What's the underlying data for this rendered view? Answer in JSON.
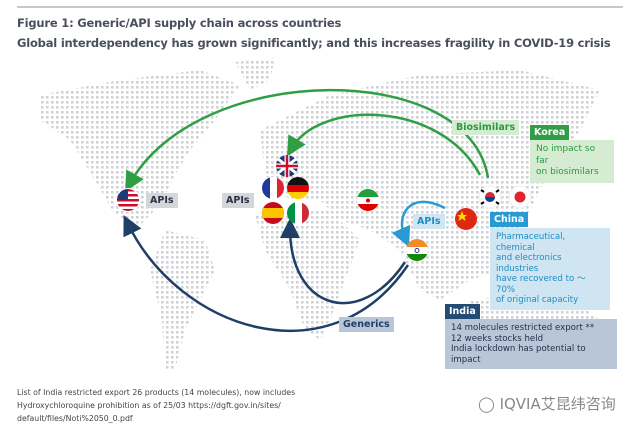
{
  "title": "Figure 1: Generic/API supply chain across countries",
  "subtitle": "Global interdependency has grown significantly; and this increases fragility in COVID-19 crisis",
  "labels": {
    "us_apis": "APIs",
    "europe_apis": "APIs",
    "china_apis": "APIs",
    "biosimilars": "Biosimilars",
    "generics": "Generics"
  },
  "korea": {
    "title": "Korea",
    "text": [
      "No impact so far",
      "on biosimilars"
    ]
  },
  "china": {
    "title": "China",
    "text": [
      "Pharmaceutical, chemical",
      "and electronics industries",
      "have recovered to ～70%",
      "of original capacity"
    ]
  },
  "india": {
    "title": "India",
    "text": [
      "14 molecules restricted export **",
      "12 weeks stocks held",
      "India lockdown has potential to impact"
    ]
  },
  "footnote": [
    "List of India restricted export 26 products (14 molecules), now includes",
    "Hydroxychloroquine prohibition as of 25/03 https://dgft.gov.in/sites/",
    "default/files/Noti%2050_0.pdf"
  ],
  "watermark": "IQVIA艾昆纬咨询",
  "colors": {
    "green": "#2f9e44",
    "navy": "#1f3f66",
    "lightblue": "#2a9ad3"
  }
}
